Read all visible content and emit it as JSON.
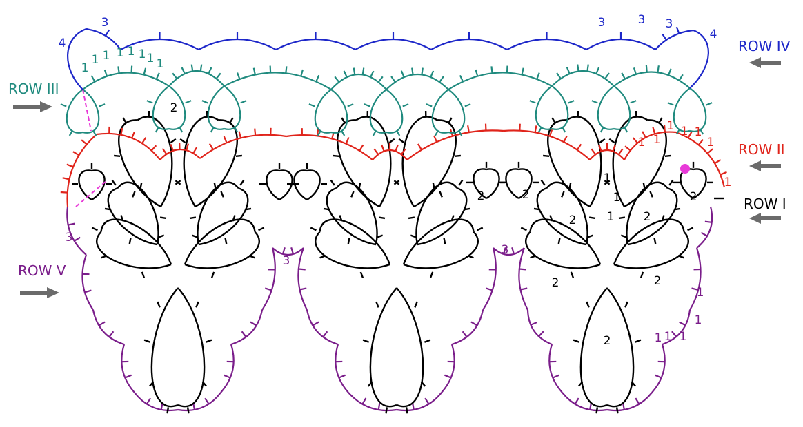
{
  "colors": {
    "row1": "#000000",
    "row2": "#e0241b",
    "row3": "#1f8a7e",
    "row4": "#1d27c9",
    "row5": "#7a1d8a",
    "arrow": "#6b6b6b",
    "marker": "#e83ad8"
  },
  "labels": {
    "row1": "ROW I",
    "row2": "ROW II",
    "row3": "ROW III",
    "row4": "ROW IV",
    "row5": "ROW V"
  },
  "numbers": {
    "two": "2",
    "three": "3",
    "four": "4",
    "one": "1"
  }
}
